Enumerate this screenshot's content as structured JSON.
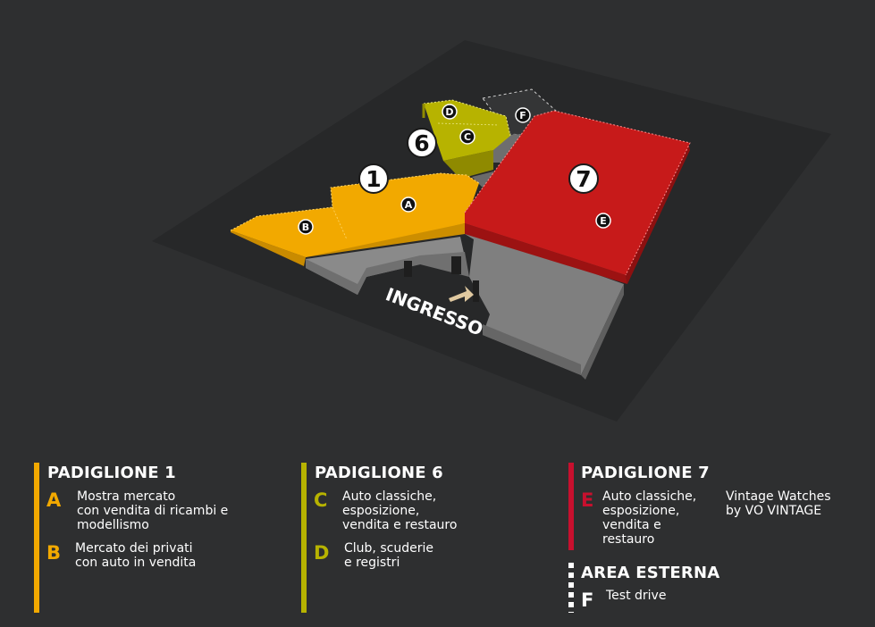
{
  "map": {
    "entrance_label": "INGRESSO",
    "pavilion_numbers": {
      "p1": "1",
      "p6": "6",
      "p7": "7"
    },
    "zone_markers": {
      "a": "A",
      "b": "B",
      "c": "C",
      "d": "D",
      "e": "E",
      "f": "F"
    },
    "colors": {
      "background": "#2e2f30",
      "ground": "#2a2b2c",
      "padiglione_1": "#f2a900",
      "padiglione_6": "#b7b300",
      "padiglione_7": "#c71a1a",
      "corridor": "#7d7d7d"
    }
  },
  "legend": {
    "p1": {
      "title": "PADIGLIONE 1",
      "color": "#f2a900",
      "items": [
        {
          "letter": "A",
          "text": "Mostra mercato\ncon vendita di ricambi e\nmodellismo"
        },
        {
          "letter": "B",
          "text": "Mercato dei privati\ncon auto in vendita"
        }
      ]
    },
    "p6": {
      "title": "PADIGLIONE 6",
      "color": "#b7b300",
      "items": [
        {
          "letter": "C",
          "text": "Auto classiche,\nesposizione,\nvendita e restauro"
        },
        {
          "letter": "D",
          "text": "Club, scuderie\ne registri"
        }
      ]
    },
    "p7": {
      "title": "PADIGLIONE 7",
      "color": "#c8102e",
      "items": [
        {
          "letter": "E",
          "text": "Auto classiche,\nesposizione,\nvendita e\nrestauro"
        }
      ],
      "extra": "Vintage Watches\nby VO VINTAGE"
    },
    "area_esterna": {
      "title": "AREA ESTERNA",
      "items": [
        {
          "letter": "F",
          "text": "Test drive"
        }
      ]
    }
  }
}
